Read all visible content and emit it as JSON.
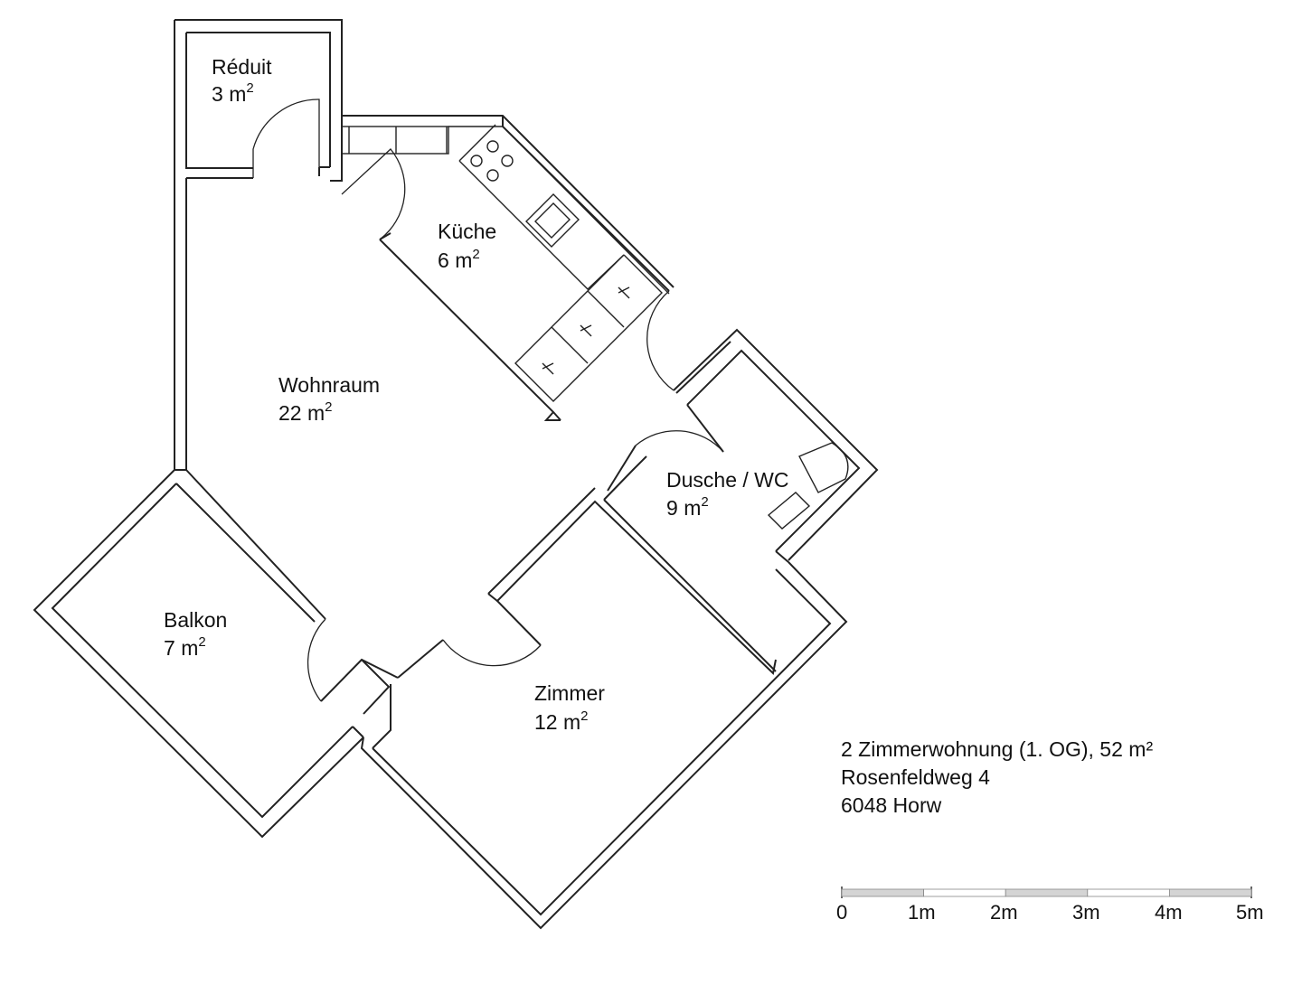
{
  "rooms": [
    {
      "name": "Réduit",
      "area_value": "3",
      "area_unit": "m",
      "area_exp": "2"
    },
    {
      "name": "Küche",
      "area_value": "6",
      "area_unit": "m",
      "area_exp": "2"
    },
    {
      "name": "Wohnraum",
      "area_value": "22",
      "area_unit": "m",
      "area_exp": "2"
    },
    {
      "name": "Dusche / WC",
      "area_value": "9",
      "area_unit": "m",
      "area_exp": "2"
    },
    {
      "name": "Balkon",
      "area_value": "7",
      "area_unit": "m",
      "area_exp": "2"
    },
    {
      "name": "Zimmer",
      "area_value": "12",
      "area_unit": "m",
      "area_exp": "2"
    }
  ],
  "info": {
    "line1": "2 Zimmerwohnung (1. OG), 52 m²",
    "line2": "Rosenfeldweg 4",
    "line3": "6048 Horw"
  },
  "scale_bar": {
    "labels": [
      "0",
      "1m",
      "2m",
      "3m",
      "4m",
      "5m"
    ],
    "colors": [
      "#d4d4d4",
      "#ffffff"
    ]
  }
}
